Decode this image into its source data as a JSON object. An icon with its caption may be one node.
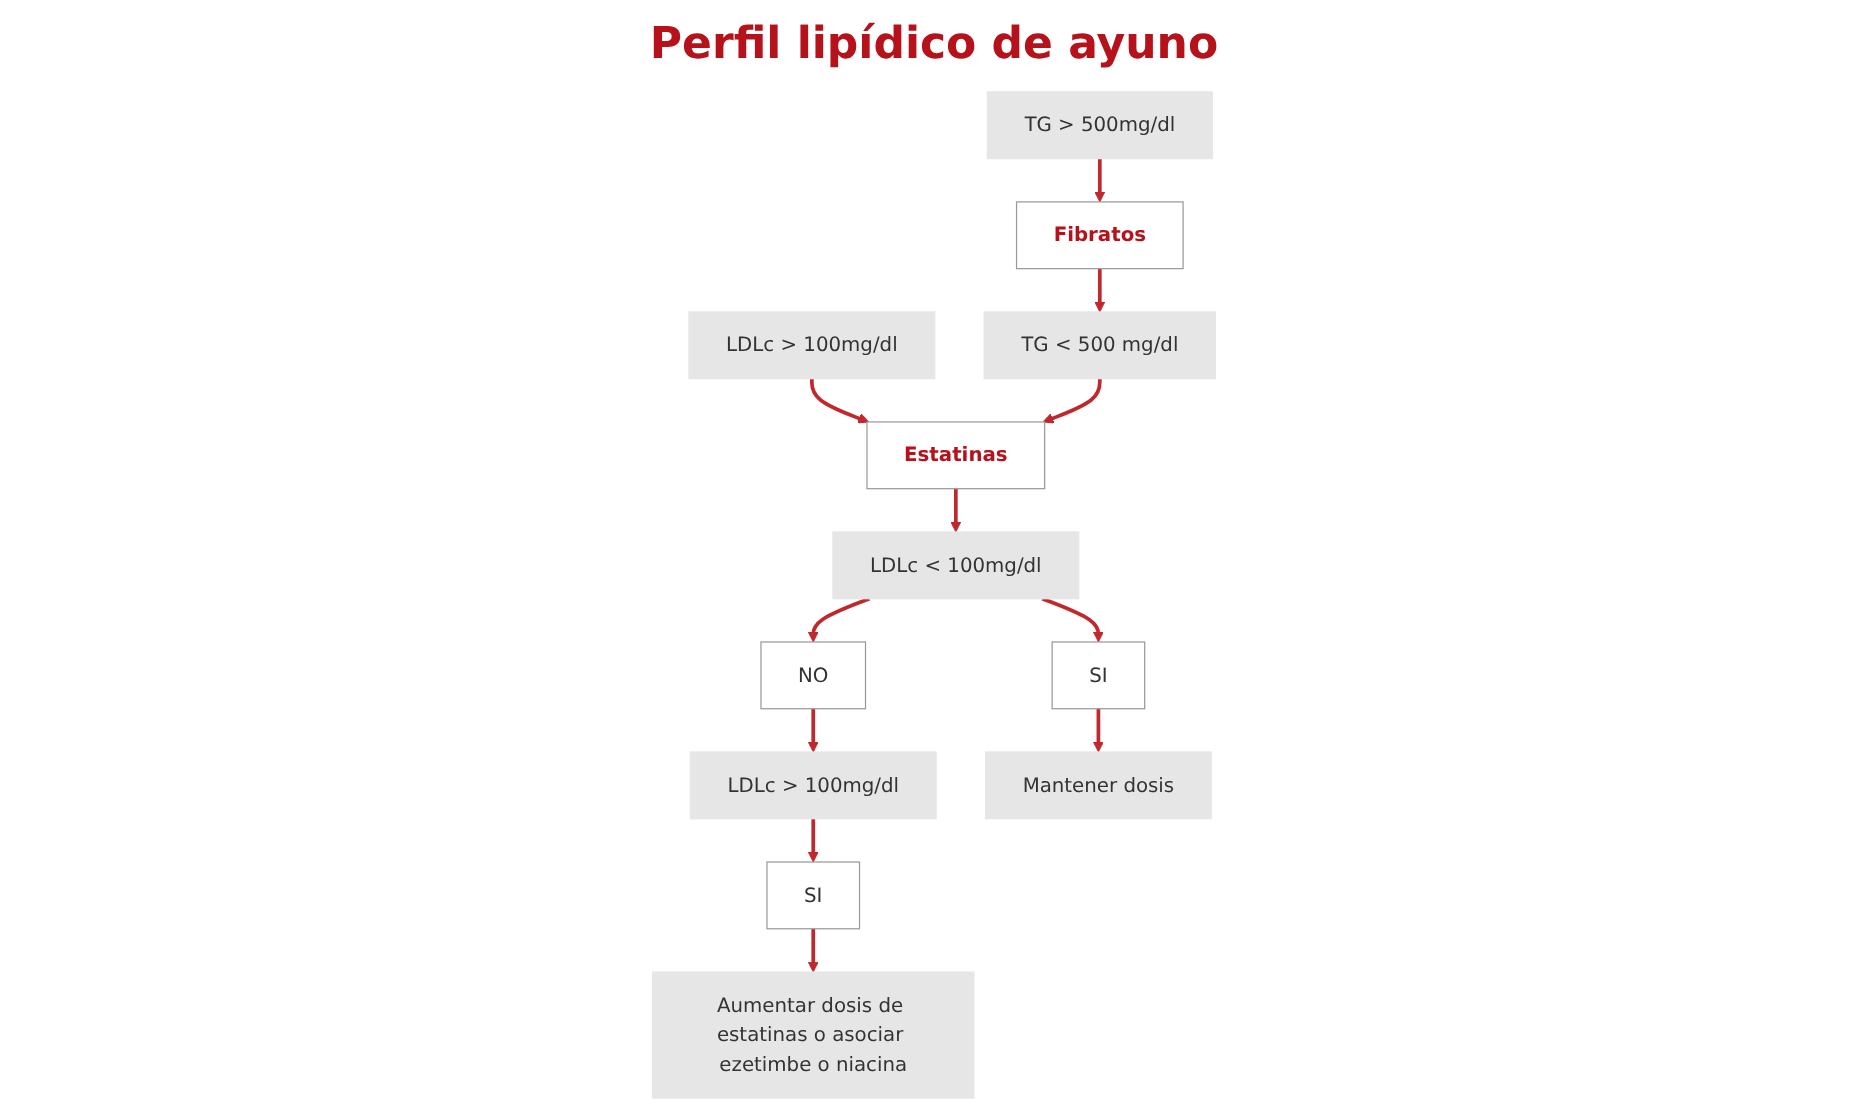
{
  "diagram": {
    "title": "Perfil lipídico de ayuno",
    "nodes": [
      {
        "text": [
          "LDLc > 100mg/dl"
        ]
      },
      {
        "text": [
          "TG > 500mg/dl"
        ]
      },
      {
        "text": [
          "Estatinas"
        ]
      },
      {
        "text": [
          "TG < 500 mg/dl"
        ]
      },
      {
        "text": [
          "Fibratos"
        ]
      },
      {
        "text": [
          "LDLc < 100mg/dl"
        ]
      },
      {
        "text": [
          "NO"
        ]
      },
      {
        "text": [
          "LDLc > 100mg/dl"
        ]
      },
      {
        "text": [
          "SI"
        ]
      },
      {
        "text": [
          "SI"
        ]
      },
      {
        "text": [
          "Mantener dosis"
        ]
      },
      {
        "text": [
          "Aumentar dosis de estatinas o asociar ezetimbe o niacina"
        ]
      }
    ],
    "edges": [
      {
        "from": 0,
        "to": 2,
        "arrow": "to"
      },
      {
        "from": 1,
        "to": 4,
        "arrow": "to"
      },
      {
        "from": 4,
        "to": 3,
        "arrow": "to"
      },
      {
        "from": 3,
        "to": 2,
        "arrow": "to"
      },
      {
        "from": 2,
        "to": 5,
        "arrow": "to"
      },
      {
        "from": 5,
        "to": 6,
        "arrow": "to"
      },
      {
        "from": 6,
        "to": 7,
        "arrow": "to"
      },
      {
        "from": 5,
        "to": 8,
        "arrow": "to"
      },
      {
        "from": 8,
        "to": 10,
        "arrow": "to"
      },
      {
        "from": 7,
        "to": 9,
        "arrow": "to"
      },
      {
        "from": 9,
        "to": 11,
        "arrow": "to"
      }
    ]
  }
}
